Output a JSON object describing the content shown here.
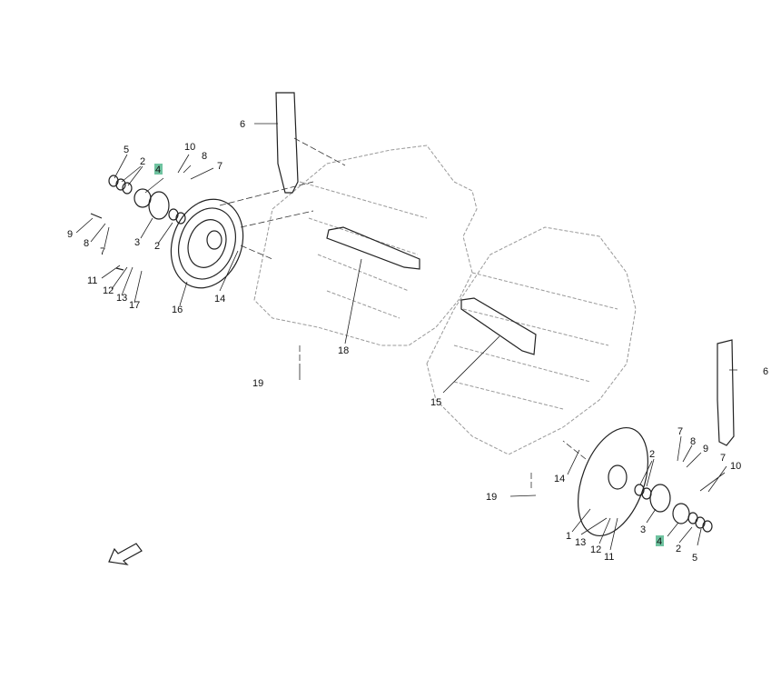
{
  "diagram": {
    "type": "exploded parts diagram",
    "highlight_color": "#6fc3a0",
    "highlighted_part": "4",
    "left_assembly_labels": [
      "5",
      "2",
      "4",
      "10",
      "8",
      "7",
      "9",
      "8",
      "7",
      "3",
      "2",
      "11",
      "12",
      "13",
      "17",
      "16",
      "14",
      "6"
    ],
    "center_labels": [
      "18",
      "19",
      "15"
    ],
    "right_assembly_labels": [
      "6",
      "7",
      "8",
      "9",
      "7",
      "10",
      "2",
      "14",
      "19",
      "1",
      "3",
      "4",
      "2",
      "5",
      "13",
      "12",
      "11"
    ]
  }
}
